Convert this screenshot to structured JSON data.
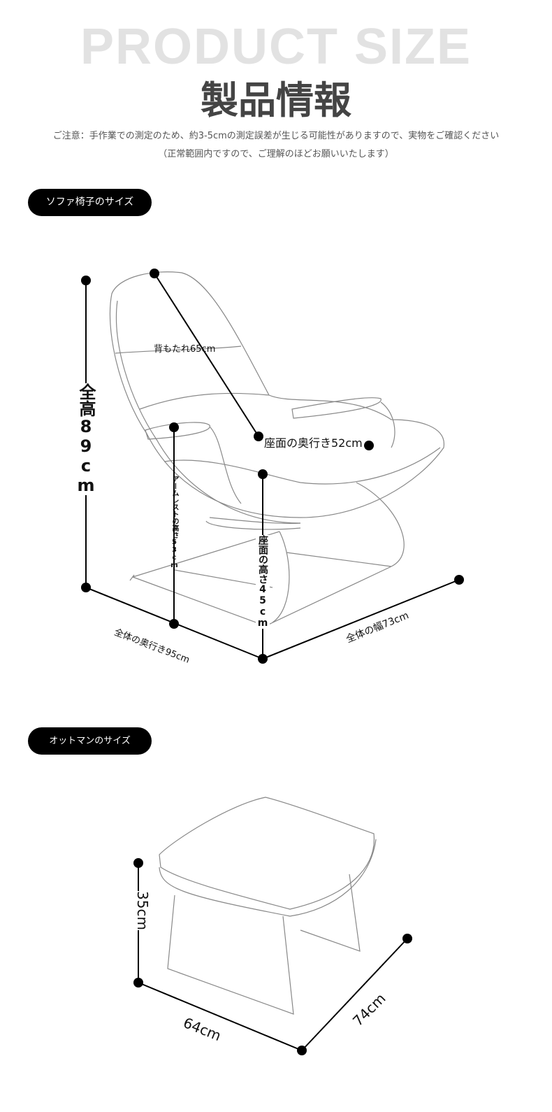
{
  "header": {
    "watermark": "PRODUCT SIZE",
    "title": "製品情報",
    "note_line1": "ご注意：手作業での測定のため、約3-5cmの測定誤差が生じる可能性がありますので、実物をご確認ください",
    "note_line2": "（正常範囲内ですので、ご理解のほどお願いいたします）"
  },
  "sofa": {
    "section_label": "ソファ椅子のサイズ",
    "backrest": "背もたれ65cm",
    "seat_depth": "座面の奥行き52cm",
    "total_height": "全高89cm",
    "armrest_height": "アームレストの高さ53cm",
    "seat_height": "座面の高さ45cm",
    "total_depth": "全体の奥行き95cm",
    "total_width": "全体の幅73cm"
  },
  "ottoman": {
    "section_label": "オットマンのサイズ",
    "height": "35cm",
    "width": "64cm",
    "depth": "74cm"
  }
}
